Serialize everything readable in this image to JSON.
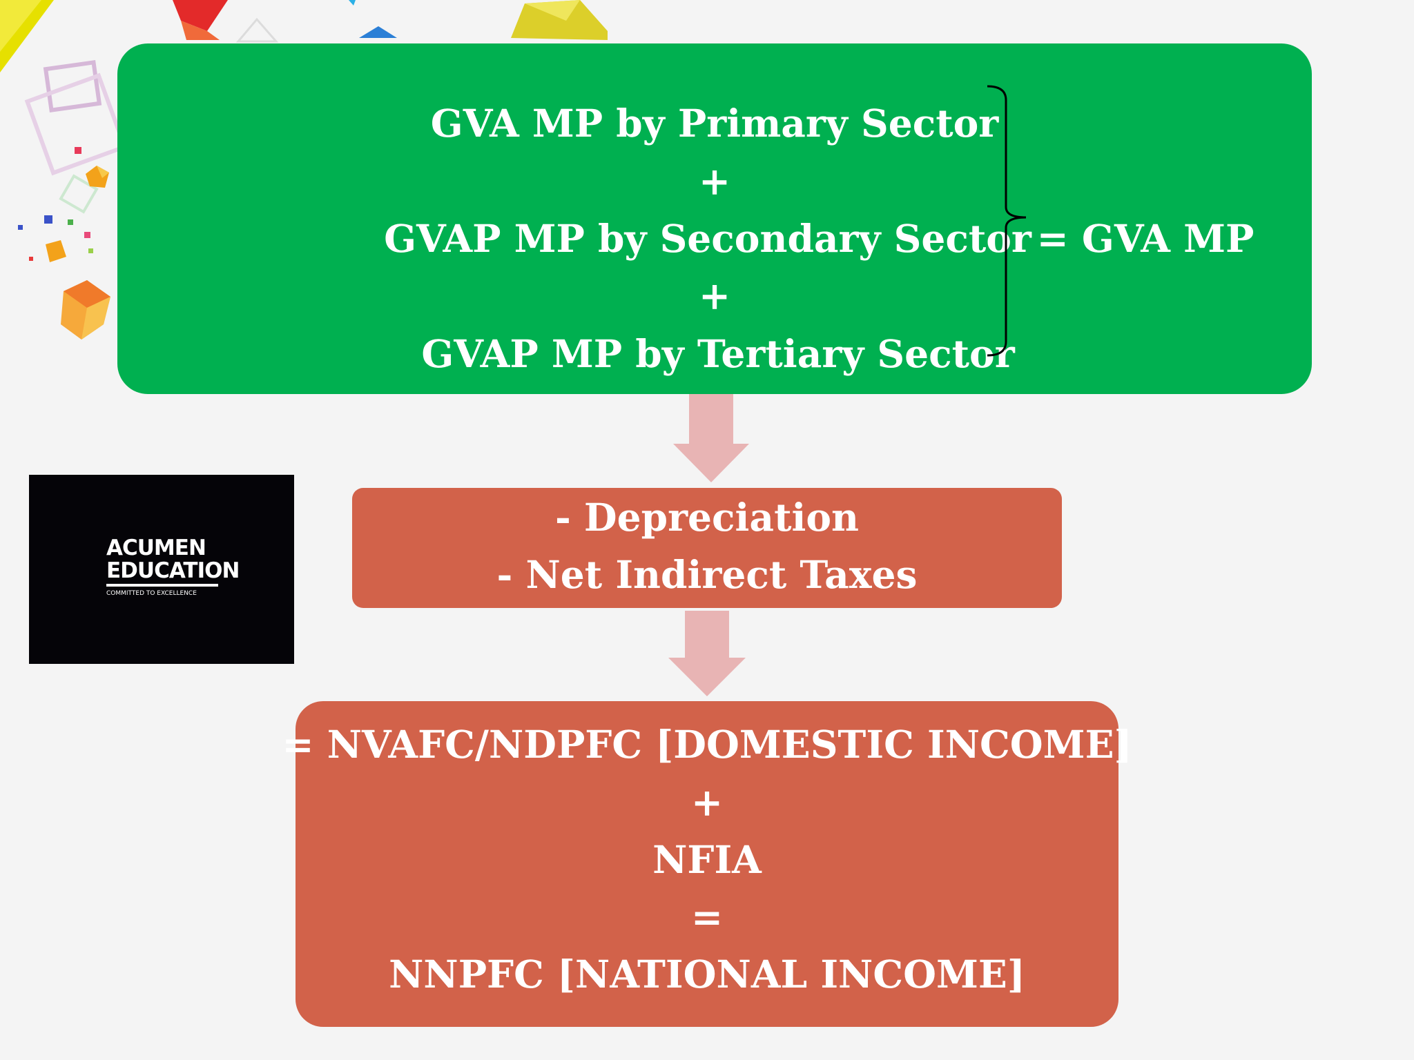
{
  "colors": {
    "sum_box": "#00b050",
    "step_box": "#d2624a",
    "arrow": "#e8b4b4",
    "text": "#ffffff",
    "background": "#f4f4f4"
  },
  "sum_box": {
    "lines": [
      "GVA MP by Primary Sector",
      "+",
      "GVAP MP by Secondary Sector",
      "+",
      "GVAP MP by Tertiary Sector"
    ],
    "result": "= GVA MP"
  },
  "deductions_box": {
    "lines": [
      "- Depreciation",
      "- Net Indirect Taxes"
    ]
  },
  "result_box": {
    "lines": [
      "= NVAFC/NDPFC [DOMESTIC INCOME]",
      "+",
      "NFIA",
      "=",
      "NNPFC [NATIONAL  INCOME]"
    ]
  },
  "logo": {
    "line1": "ACUMEN",
    "line2": "EDUCATION",
    "tagline": "COMMITTED TO EXCELLENCE"
  }
}
